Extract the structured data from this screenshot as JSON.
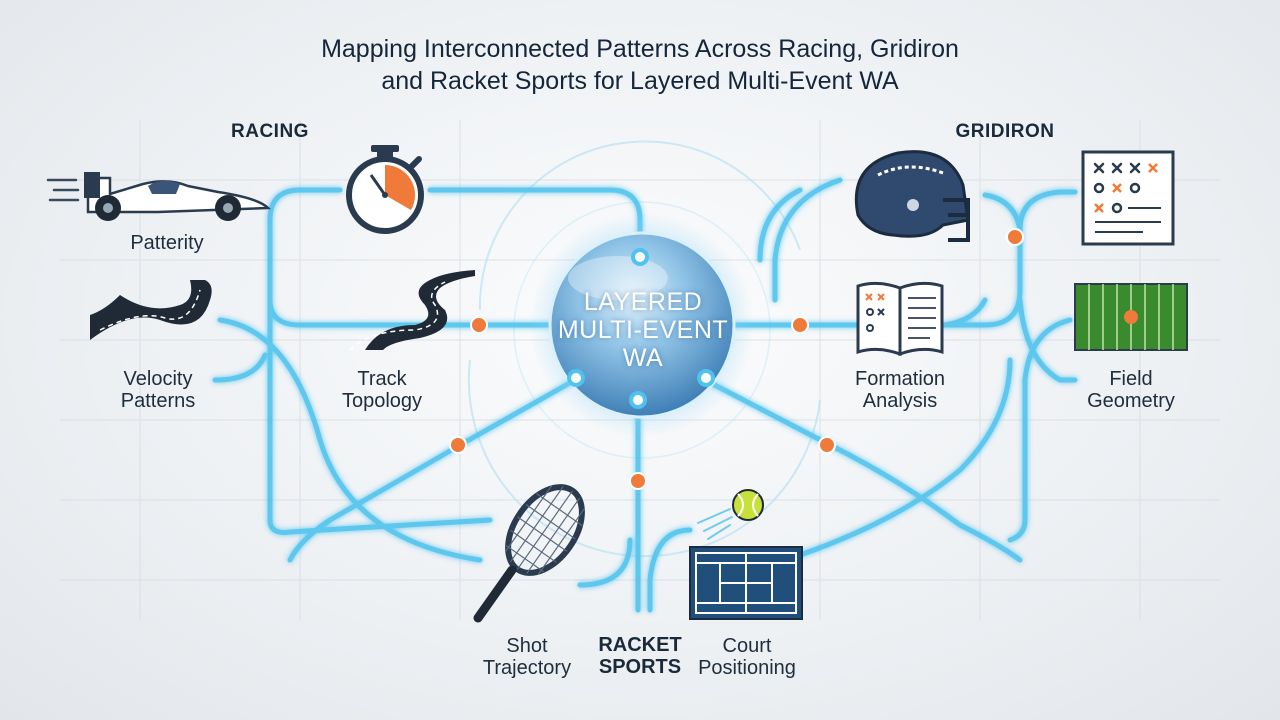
{
  "title": {
    "line1": "Mapping Interconnected Patterns Across Racing, Gridiron",
    "line2": "and Racket Sports for Layered Multi-Event WA"
  },
  "hub": {
    "line1": "LAYERED",
    "line2": "MULTI-EVENT",
    "line3": "WA"
  },
  "sections": {
    "racing": "RACING",
    "gridiron": "GRIDIRON",
    "racket_line1": "RACKET",
    "racket_line2": "SPORTS"
  },
  "nodes": {
    "patterity": "Patterity",
    "velocity_line1": "Velocity",
    "velocity_line2": "Patterns",
    "track_line1": "Track",
    "track_line2": "Topology",
    "formation_line1": "Formation",
    "formation_line2": "Analysis",
    "field_line1": "Field",
    "field_line2": "Geometry",
    "shot_line1": "Shot",
    "shot_line2": "Trajectory",
    "court_line1": "Court",
    "court_line2": "Positioning"
  },
  "colors": {
    "connector": "#4fc3ee",
    "junction": "#f07a3a",
    "navy": "#1f3a5c",
    "hub": "#7fb8e0",
    "field_green": "#3a8a2e",
    "ball": "#c7e03a"
  },
  "icons": {
    "race_car": "race-car-icon",
    "stopwatch": "stopwatch-icon",
    "road": "road-icon",
    "helmet": "football-helmet-icon",
    "playbook": "playbook-icon",
    "play_chart": "play-chart-icon",
    "field": "football-field-icon",
    "racket": "tennis-racket-icon",
    "ball": "tennis-ball-icon",
    "court": "tennis-court-icon"
  }
}
